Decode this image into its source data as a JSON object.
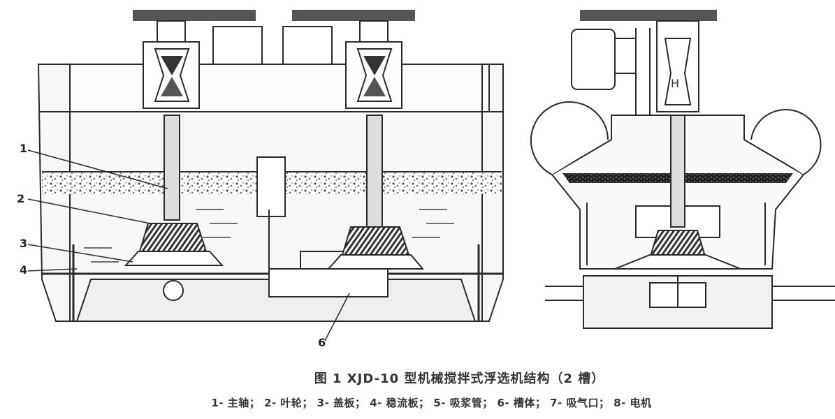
{
  "figure": {
    "caption_title": "图 1  XJD-10 型机械搅拌式浮选机结构（2 槽）",
    "caption_legend": "1- 主轴；  2- 叶轮；  3- 盖板；  4- 稳流板；  5- 吸浆管；  6- 槽体；  7- 吸气口；  8- 电机"
  },
  "labels": {
    "l1": "1",
    "l2": "2",
    "l3": "3",
    "l4": "4",
    "l6": "6"
  },
  "colors": {
    "line": "#2a2a2a",
    "shaft": "#777777",
    "foam": "#666666",
    "tank_fill": "#f4f4f4"
  }
}
